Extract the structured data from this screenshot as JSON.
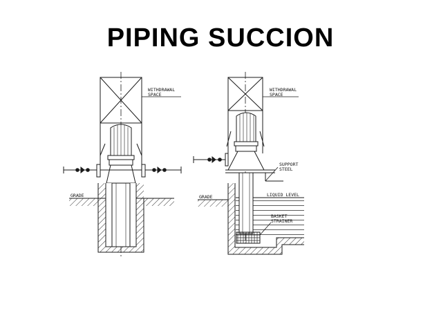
{
  "slide": {
    "title": "PIPING SUCCION"
  },
  "left_diagram": {
    "labels": {
      "withdrawal_1": "WITHDRAWAL",
      "withdrawal_2": "SPACE",
      "grade": "GRADE"
    }
  },
  "right_diagram": {
    "labels": {
      "withdrawal_1": "WITHDRAWAL",
      "withdrawal_2": "SPACE",
      "support_1": "SUPPORT",
      "support_2": "STEEL",
      "liquid_level": "LIQUID LEVEL",
      "basket_1": "BASKET",
      "basket_2": "STRAINER",
      "grade": "GRADE"
    }
  },
  "colors": {
    "line": "#1a1a1a",
    "background": "#ffffff"
  }
}
